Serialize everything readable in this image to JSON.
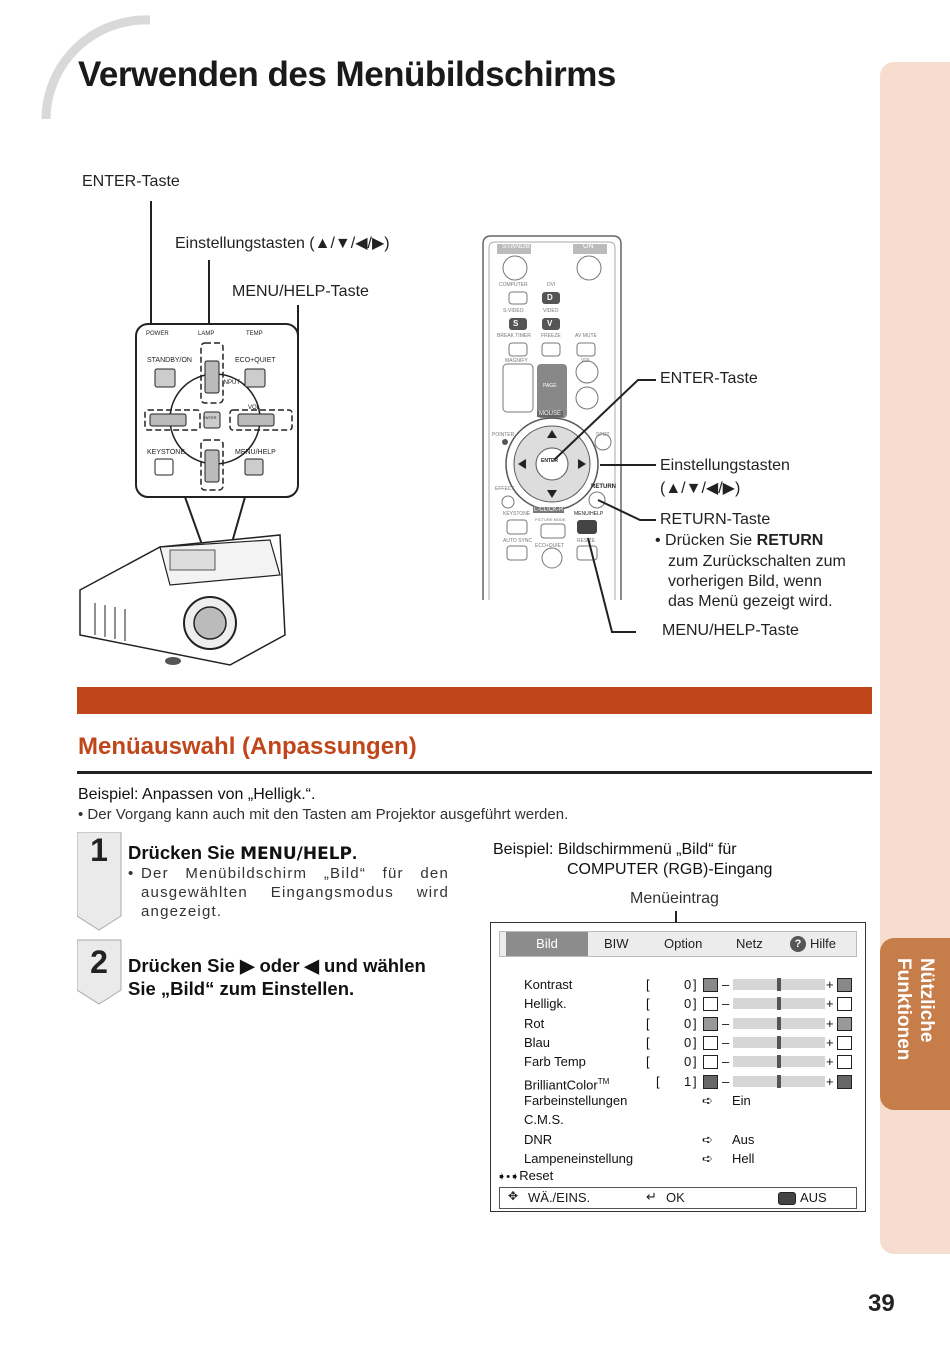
{
  "page": {
    "title": "Verwenden des Menübildschirms",
    "page_number": "39",
    "side_tab": {
      "line1": "Nützliche",
      "line2": "Funktionen"
    }
  },
  "projector_callouts": {
    "enter": "ENTER-Taste",
    "adjust": "Einstellungstasten (▲/▼/◀/▶)",
    "menu": "MENU/HELP-Taste"
  },
  "projector_panel": {
    "power": "POWER",
    "lamp": "LAMP",
    "temp": "TEMP",
    "standby": "STANDBY/ON",
    "eco": "ECO+QUIET",
    "input": "INPUT",
    "vol": "VOL",
    "keystone": "KEYSTONE",
    "menuhelp": "MENU/HELP",
    "enter": "ENTER"
  },
  "remote": {
    "standby": "STANDBY",
    "on": "ON",
    "computer": "COMPUTER",
    "dvi": "DVI",
    "svideo": "S-VIDEO",
    "video": "VIDEO",
    "breaktimer": "BREAK TIMER",
    "freeze": "FREEZE",
    "avmute": "AV MUTE",
    "magnify": "MAGNIFY",
    "vol": "VOL",
    "page": "PAGE",
    "mouse": "MOUSE",
    "pointer": "POINTER",
    "spot": "SPOT",
    "enter": "ENTER",
    "effect": "EFFECT",
    "return": "RETURN",
    "keystone": "KEYSTONE",
    "clickl": "L-CLICK-R",
    "menuhelp": "MENU/HELP",
    "picturemode": "PICTURE MODE",
    "autosync": "AUTO SYNC",
    "resize": "RESIZE",
    "ecoquiet": "ECO+QUIET",
    "d": "D",
    "s": "S",
    "v": "V"
  },
  "remote_callouts": {
    "enter": "ENTER-Taste",
    "adjust_line1": "Einstellungstasten",
    "adjust_line2": "(▲/▼/◀/▶)",
    "return": "RETURN-Taste",
    "return_note_prefix": "• Drücken Sie ",
    "return_note_key": "RETURN",
    "return_note_line2": "zum Zurückschalten zum",
    "return_note_line3": "vorherigen Bild, wenn",
    "return_note_line4": "das Menü gezeigt wird.",
    "menu": "MENU/HELP-Taste"
  },
  "section": {
    "title": "Menüauswahl (Anpassungen)",
    "example": "Beispiel: Anpassen von „Helligk.“.",
    "note": "• Der Vorgang kann auch mit den Tasten am Projektor ausgeführt werden."
  },
  "steps": [
    {
      "num": "1",
      "head_prefix": "Drücken Sie ",
      "head_key": "MENU/HELP",
      "head_suffix": ".",
      "bullet": "•",
      "text": "Der Menübildschirm „Bild“ für den ausgewählten Eingangsmodus wird angezeigt."
    },
    {
      "num": "2",
      "head_line1": "Drücken Sie ▶ oder ◀ und wählen",
      "head_line2": "Sie „Bild“ zum Einstellen."
    }
  ],
  "osd_caption": {
    "line1": "Beispiel: Bildschirmmenü „Bild“ für",
    "line2": "COMPUTER (RGB)-Eingang",
    "entry_label": "Menüeintrag"
  },
  "osd": {
    "tabs": [
      "Bild",
      "BIW",
      "Option",
      "Netz",
      "Hilfe"
    ],
    "help_icon": "?",
    "rows": [
      {
        "label": "Kontrast",
        "value": "0",
        "level": 0.5
      },
      {
        "label": "Helligk.",
        "value": "0",
        "level": 0.5
      },
      {
        "label": "Rot",
        "value": "0",
        "level": 0.5
      },
      {
        "label": "Blau",
        "value": "0",
        "level": 0.5
      },
      {
        "label": "Farb Temp",
        "value": "0",
        "level": 0.5
      },
      {
        "label": "BrilliantColor",
        "sup": "TM",
        "value": "1",
        "level": 0.5
      }
    ],
    "options": [
      {
        "label": "Farbeinstellungen",
        "value": "Ein"
      },
      {
        "label": "C.M.S.",
        "value": ""
      },
      {
        "label": "DNR",
        "value": "Aus"
      },
      {
        "label": "Lampeneinstellung",
        "value": "Hell"
      }
    ],
    "reset": "Reset",
    "footer": {
      "nav": "WÄ./EINS.",
      "ok": "OK",
      "exit": "AUS"
    },
    "bracket_open": "[",
    "bracket_close": "]",
    "minus": "–",
    "plus": "+"
  }
}
